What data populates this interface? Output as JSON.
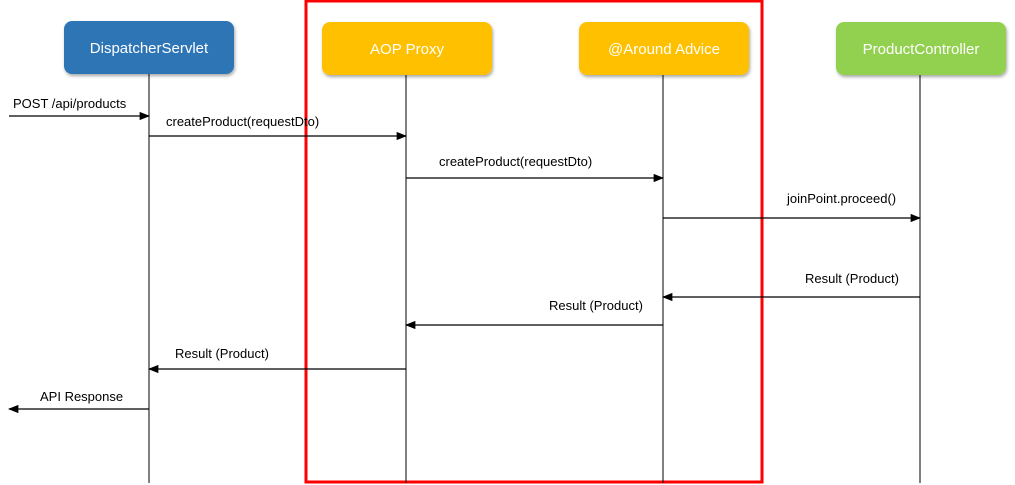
{
  "participants": [
    {
      "id": "dispatcher",
      "label": "DispatcherServlet",
      "color": "#2e75b6",
      "shadow": "#1f4f7a"
    },
    {
      "id": "proxy",
      "label": "AOP Proxy",
      "color": "#ffc000",
      "shadow": "#b38600"
    },
    {
      "id": "advice",
      "label": "@Around Advice",
      "color": "#ffc000",
      "shadow": "#b38600"
    },
    {
      "id": "controller",
      "label": "ProductController",
      "color": "#92d050",
      "shadow": "#5f8f2e"
    }
  ],
  "highlight": {
    "color": "#ff0000",
    "covers": [
      "proxy",
      "advice"
    ]
  },
  "messages": [
    {
      "label": "POST /api/products",
      "from": "external",
      "to": "dispatcher"
    },
    {
      "label": "createProduct(requestDto)",
      "from": "dispatcher",
      "to": "proxy"
    },
    {
      "label": "createProduct(requestDto)",
      "from": "proxy",
      "to": "advice"
    },
    {
      "label": "joinPoint.proceed()",
      "from": "advice",
      "to": "controller"
    },
    {
      "label": "Result (Product)",
      "from": "controller",
      "to": "advice"
    },
    {
      "label": "Result (Product)",
      "from": "advice",
      "to": "proxy"
    },
    {
      "label": "Result (Product)",
      "from": "proxy",
      "to": "dispatcher"
    },
    {
      "label": "API Response",
      "from": "dispatcher",
      "to": "external"
    }
  ]
}
